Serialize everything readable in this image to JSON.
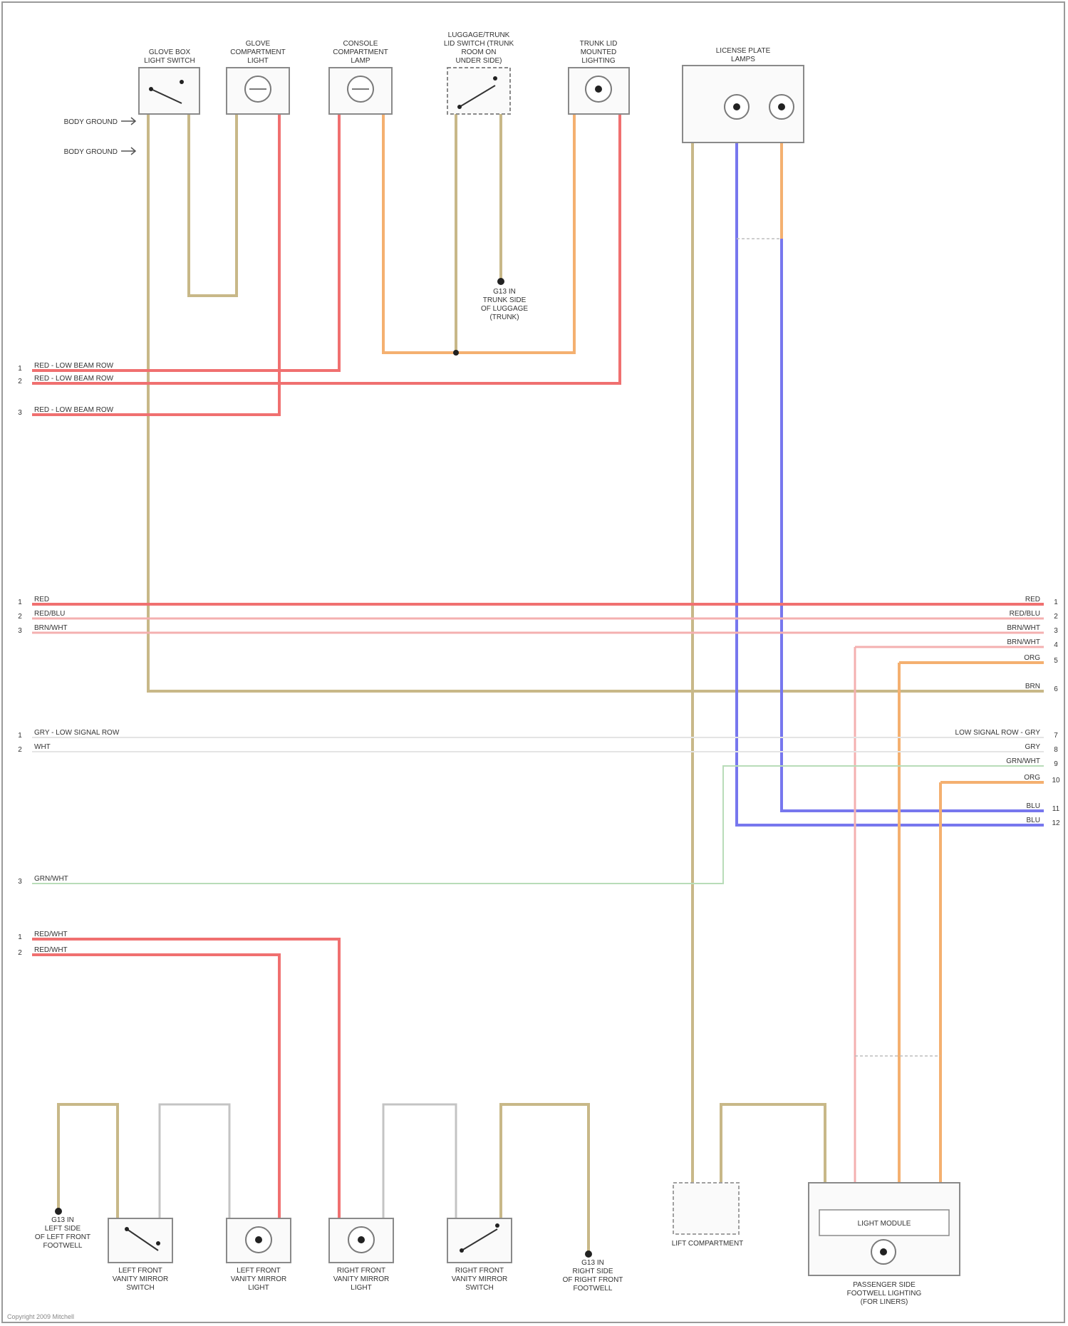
{
  "components": {
    "top": [
      {
        "id": "glove-box-switch",
        "label": "GLOVE BOX\nLIGHT SWITCH"
      },
      {
        "id": "glove-compartment-lamp",
        "label": "GLOVE\nCOMPARTMENT\nLIGHT"
      },
      {
        "id": "console-lamp",
        "label": "CONSOLE\nCOMPARTMENT\nLAMP"
      },
      {
        "id": "luggage-switch",
        "label": "LUGGAGE/TRUNK\nLID SWITCH (TRUNK\nROOM ON\nUNDER SIDE)"
      },
      {
        "id": "trunk-lid-lamp",
        "label": "TRUNK LID\nMOUNTED\nLIGHTING"
      },
      {
        "id": "license-lamps",
        "label": "LICENSE PLATE\nLAMPS"
      }
    ],
    "bottom": [
      {
        "id": "left-vanity-switch",
        "label": "LEFT FRONT\nVANITY MIRROR\nSWITCH"
      },
      {
        "id": "left-vanity-lamp",
        "label": "LEFT FRONT\nVANITY MIRROR\nLIGHT"
      },
      {
        "id": "right-vanity-lamp",
        "label": "RIGHT FRONT\nVANITY MIRROR\nLIGHT"
      },
      {
        "id": "right-vanity-switch",
        "label": "RIGHT FRONT\nVANITY MIRROR\nSWITCH"
      },
      {
        "id": "amp-module",
        "label": "LIFT COMPARTMENT"
      },
      {
        "id": "passenger-lamp",
        "label": "PASSENGER SIDE\nFOOTWELL LIGHTING\n(FOR LINERS)",
        "inner": "LIGHT MODULE"
      }
    ],
    "grounds": [
      {
        "id": "g-trunk",
        "label": "G13 IN\nTRUNK SIDE\nOF LUGGAGE\n(TRUNK)"
      },
      {
        "id": "g-left",
        "label": "G13 IN\nLEFT SIDE\nOF LEFT FRONT\nFOOTWELL"
      },
      {
        "id": "g-right",
        "label": "G13 IN\nRIGHT SIDE\nOF RIGHT FRONT\nFOOTWELL"
      }
    ]
  },
  "left_connectors": [
    {
      "id": "c-a1",
      "label": "RED - LOW BEAM ROW"
    },
    {
      "id": "c-a2",
      "label": "RED - LOW BEAM ROW"
    },
    {
      "id": "c-a3",
      "label": "RED - LOW BEAM ROW"
    },
    {
      "id": "c-b1",
      "label": "RED"
    },
    {
      "id": "c-b2",
      "label": "RED/BLU"
    },
    {
      "id": "c-b3",
      "label": "BRN/WHT"
    },
    {
      "id": "c-c1",
      "label": "GRY - LOW SIGNAL ROW"
    },
    {
      "id": "c-c2",
      "label": "WHT"
    },
    {
      "id": "c-d1",
      "label": "GRN/WHT"
    },
    {
      "id": "c-e1",
      "label": "RED/WHT"
    },
    {
      "id": "c-e2",
      "label": "RED/WHT"
    }
  ],
  "right_connectors": [
    {
      "id": "r-1",
      "label": "RED"
    },
    {
      "id": "r-2",
      "label": "RED/BLU"
    },
    {
      "id": "r-3",
      "label": "BRN/WHT"
    },
    {
      "id": "r-4",
      "label": "BRN/WHT"
    },
    {
      "id": "r-5",
      "label": "ORG"
    },
    {
      "id": "r-6",
      "label": "BRN"
    },
    {
      "id": "r-7",
      "label": "LOW SIGNAL ROW - GRY"
    },
    {
      "id": "r-8",
      "label": "GRY"
    },
    {
      "id": "r-9",
      "label": "GRN/WHT"
    },
    {
      "id": "r-10",
      "label": "ORG"
    },
    {
      "id": "r-11",
      "label": "BLU"
    },
    {
      "id": "r-12",
      "label": "BLU"
    }
  ],
  "side_inputs": [
    {
      "id": "in-1",
      "label": "BODY GROUND"
    },
    {
      "id": "in-2",
      "label": "BODY GROUND"
    }
  ],
  "footer": "Copyright 2009 Mitchell"
}
